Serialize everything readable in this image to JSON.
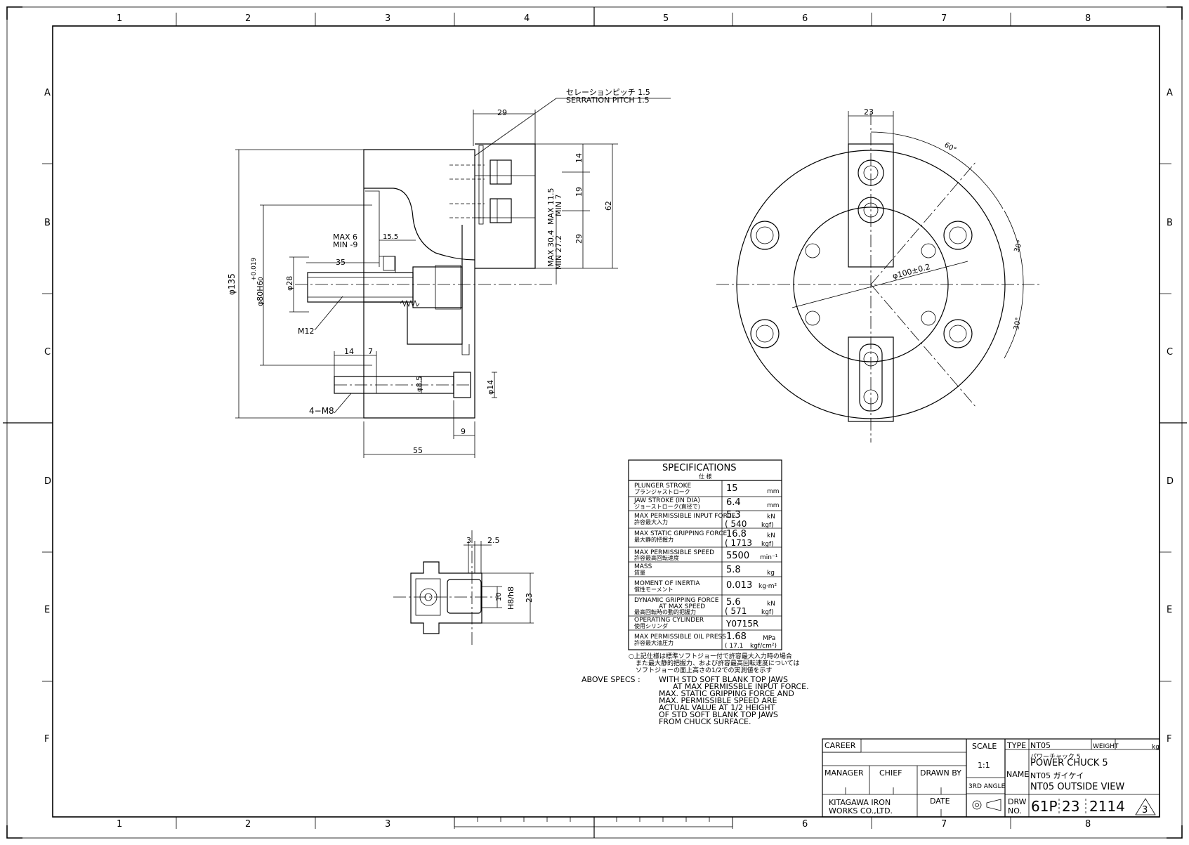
{
  "grid": {
    "columns": [
      "1",
      "2",
      "3",
      "4",
      "5",
      "6",
      "7",
      "8"
    ],
    "rows": [
      "A",
      "B",
      "C",
      "D",
      "E",
      "F"
    ]
  },
  "side_view": {
    "serration_jp": "セレーションピッチ 1.5",
    "serration_en": "SERRATION PITCH 1.5",
    "dims": {
      "d29_top": "29",
      "d14": "14",
      "d19": "19",
      "d29_right": "29",
      "d62": "62",
      "max_11_5": "MAX 11.5",
      "min_7": "MIN 7",
      "max_30_4": "MAX 30.4",
      "min_27_2": "MIN 27.2",
      "phi135": "φ135",
      "phi80": "φ80H6",
      "tol_upper": "+0.019",
      "tol_lower": "0",
      "phi28": "φ28",
      "max6": "MAX  6",
      "min9": "MIN -9",
      "d15_5": "15.5",
      "d35": "35",
      "m12": "M12",
      "d14_left": "14",
      "d7": "7",
      "phi8_5": "φ8.5",
      "phi14": "φ14",
      "m8": "4−M8",
      "d9": "9",
      "d55": "55"
    }
  },
  "front_view": {
    "d23": "23",
    "a60": "60°",
    "a30_top": "30°",
    "a30_bottom": "30°",
    "phi100": "φ100±0.2"
  },
  "jaw_view": {
    "d3": "3",
    "d2_5": "2.5",
    "d10": "10",
    "h8": "H8/h8",
    "d23": "23"
  },
  "specifications": {
    "title_en": "SPECIFICATIONS",
    "title_jp": "仕    様",
    "rows": [
      {
        "en": "PLUNGER STROKE",
        "jp": "プランジャストローク",
        "value": "15",
        "unit": "mm",
        "value2": "",
        "unit2": ""
      },
      {
        "en": "JAW STROKE (IN DIA)",
        "jp": "ジョーストローク(直径で)",
        "value": "6.4",
        "unit": "mm",
        "value2": "",
        "unit2": ""
      },
      {
        "en": "MAX PERMISSIBLE INPUT FORCE",
        "jp": "許容最大入力",
        "value": "5.3",
        "unit": "kN",
        "value2": "( 540",
        "unit2": "kgf)"
      },
      {
        "en": "MAX STATIC GRIPPING FORCE",
        "jp": "最大静的把握力",
        "value": "16.8",
        "unit": "kN",
        "value2": "( 1713",
        "unit2": "kgf)"
      },
      {
        "en": "MAX PERMISSIBLE SPEED",
        "jp": "許容最高回転速度",
        "value": "5500",
        "unit": "min⁻¹",
        "value2": "",
        "unit2": ""
      },
      {
        "en": "MASS",
        "jp": "質量",
        "value": "5.8",
        "unit": "kg",
        "value2": "",
        "unit2": ""
      },
      {
        "en": "MOMENT OF INERTIA",
        "jp": "慣性モーメント",
        "value": "0.013",
        "unit": "kg·m²",
        "value2": "",
        "unit2": ""
      },
      {
        "en": "DYNAMIC GRIPPING FORCE",
        "en2": "AT MAX SPEED",
        "jp": "最高回転時の動的把握力",
        "value": "5.6",
        "unit": "kN",
        "value2": "( 571",
        "unit2": "kgf)"
      },
      {
        "en": "OPERATING CYLINDER",
        "jp": "使用シリンダ",
        "value": "Y0715R",
        "unit": "",
        "value2": "",
        "unit2": ""
      },
      {
        "en": "MAX PERMISSIBLE OIL PRESS",
        "jp": "許容最大油圧力",
        "value": "1.68",
        "unit": "MPa",
        "value2": "( 17.1",
        "unit2": "kgf/cm²)"
      }
    ],
    "note_jp": [
      "○上記仕様は標準ソフトジョー付で許容最大入力時の場合",
      "また最大静的把握力、および許容最高回転速度については",
      "ソフトジョーの面上高さの1/2での実測値を示す"
    ],
    "note_label": "ABOVE SPECS :",
    "note_en": [
      "WITH STD SOFT BLANK TOP JAWS",
      "AT MAX PERMISSBLE INPUT FORCE.",
      "MAX. STATIC GRIPPING FORCE AND",
      "MAX. PERMISSIBLE SPEED ARE",
      "ACTUAL VALUE AT 1/2 HEIGHT",
      "OF STD SOFT BLANK TOP JAWS",
      "FROM CHUCK SURFACE."
    ]
  },
  "title_block": {
    "career": "CAREER",
    "manager": "MANAGER",
    "chief": "CHIEF",
    "drawn_by": "DRAWN BY",
    "date": "DATE",
    "company_1": "KITAGAWA IRON",
    "company_2": "WORKS CO.,LTD.",
    "scale_label": "SCALE",
    "scale_value": "1:1",
    "angle": "3RD ANGLE",
    "type_label": "TYPE",
    "type_value": "NT05",
    "weight_label": "WEIGHT",
    "weight_unit": "kg",
    "name_label": "NAME",
    "name_jp_1": "パワーチャック 5",
    "name_en_1": "POWER CHUCK 5",
    "name_jp_2": "NT05 ガイケイ",
    "name_en_2": "NT05 OUTSIDE VIEW",
    "drw_label_1": "DRW",
    "drw_label_2": "NO.",
    "drw_1": "61P",
    "drw_2": "23",
    "drw_3": "2114",
    "rev": "3"
  }
}
